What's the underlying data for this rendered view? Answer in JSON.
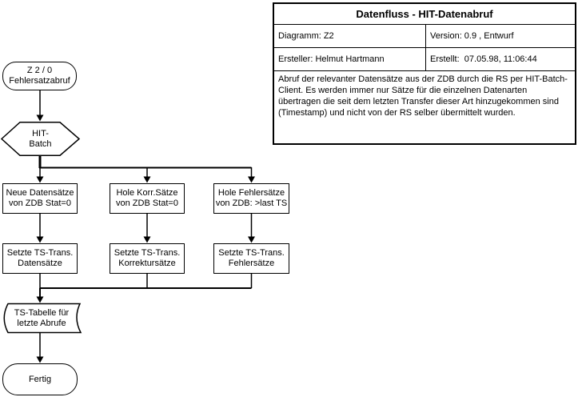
{
  "colors": {
    "stroke": "#000000",
    "fill": "#ffffff"
  },
  "info_table": {
    "title": "Datenfluss - HIT-Datenabruf",
    "diagram": "Diagramm: Z2",
    "version": "Version: 0.9 , Entwurf",
    "creator": "Ersteller: Helmut Hartmann",
    "created": "Erstellt:  07.05.98, 11:06:44",
    "description": "Abruf der relevanter Datensätze aus der ZDB durch die RS per HIT-Batch-Client. Es werden immer nur Sätze für die einzelnen Datenarten übertragen die seit dem letzten Transfer dieser Art hinzugekommen sind (Timestamp) und nicht von der RS selber übermittelt wurden."
  },
  "flowchart": {
    "start": {
      "line1": "Z 2 / 0",
      "line2": "Fehlersatzabruf"
    },
    "hexagon": {
      "line1": "HIT-",
      "line2": "Batch"
    },
    "fetch_boxes": [
      {
        "line1": "Neue Datensätze",
        "line2": "von ZDB Stat=0"
      },
      {
        "line1": "Hole Korr.Sätze",
        "line2": "von ZDB Stat=0"
      },
      {
        "line1": "Hole Fehlersätze",
        "line2": "von ZDB: >last TS"
      }
    ],
    "set_boxes": [
      {
        "line1": "Setzte TS-Trans.",
        "line2": "Datensätze"
      },
      {
        "line1": "Setzte TS-Trans.",
        "line2": "Korrektursätze"
      },
      {
        "line1": "Setzte TS-Trans.",
        "line2": "Fehlersätze"
      }
    ],
    "storage": {
      "line1": "TS-Tabelle für",
      "line2": "letzte Abrufe"
    },
    "end": {
      "label": "Fertig"
    }
  }
}
